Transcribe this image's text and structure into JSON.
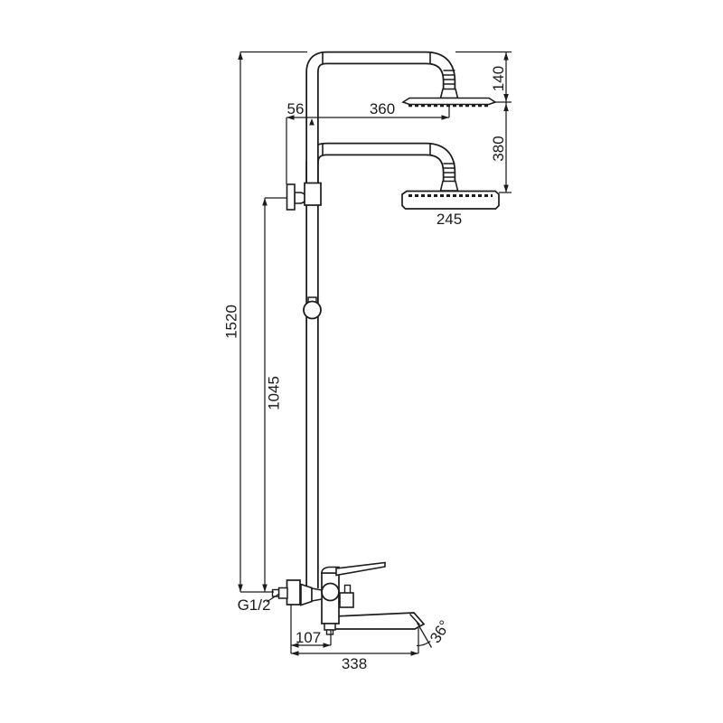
{
  "diagram": {
    "dimensions": {
      "total_height": "1520",
      "bracket_height": "1045",
      "wall_offset": "56",
      "top_arm_reach": "360",
      "top_head_drop": "140",
      "head_spacing": "380",
      "lower_head_width": "245",
      "inlet_thread": "G1/2",
      "spout_wall_offset": "107",
      "spout_reach": "338",
      "spout_angle": "36°"
    },
    "colors": {
      "line": "#1c1c1c",
      "background": "#ffffff"
    }
  }
}
